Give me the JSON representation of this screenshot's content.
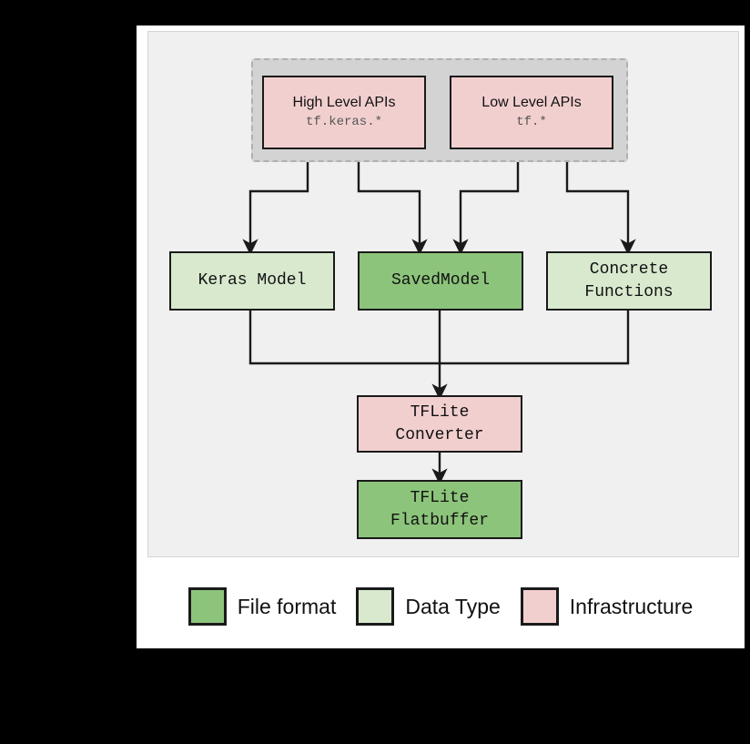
{
  "figure": {
    "background_color": "#000000",
    "card_color": "#ffffff",
    "panel_color": "#f0f0f0"
  },
  "palette": {
    "file_format": "#8cc47b",
    "data_type": "#d8e9ce",
    "infrastructure": "#f2cfcf",
    "group_fill": "#d3d3d3",
    "group_border": "#b0b0b0",
    "edge": "#1a1a1a"
  },
  "api_group": {
    "nodes": [
      {
        "id": "high-level-apis",
        "title": "High Level APIs",
        "subtitle": "tf.keras.*",
        "category": "infrastructure"
      },
      {
        "id": "low-level-apis",
        "title": "Low Level APIs",
        "subtitle": "tf.*",
        "category": "infrastructure"
      }
    ]
  },
  "model_row": {
    "nodes": [
      {
        "id": "keras-model",
        "label": "Keras Model",
        "category": "data_type"
      },
      {
        "id": "saved-model",
        "label": "SavedModel",
        "category": "file_format"
      },
      {
        "id": "concrete-functions",
        "label": "Concrete\nFunctions",
        "category": "data_type"
      }
    ]
  },
  "converter": {
    "id": "tflite-converter",
    "label": "TFLite\nConverter",
    "category": "infrastructure"
  },
  "output": {
    "id": "tflite-flatbuffer",
    "label": "TFLite\nFlatbuffer",
    "category": "file_format"
  },
  "legend": {
    "entries": [
      {
        "label": "File format",
        "color": "#8cc47b"
      },
      {
        "label": "Data Type",
        "color": "#d8e9ce"
      },
      {
        "label": "Infrastructure",
        "color": "#f2cfcf"
      }
    ]
  },
  "edges": [
    {
      "from": "high-level-apis",
      "to": "keras-model"
    },
    {
      "from": "high-level-apis",
      "to": "saved-model"
    },
    {
      "from": "low-level-apis",
      "to": "saved-model"
    },
    {
      "from": "low-level-apis",
      "to": "concrete-functions"
    },
    {
      "from": "keras-model",
      "to": "tflite-converter"
    },
    {
      "from": "saved-model",
      "to": "tflite-converter"
    },
    {
      "from": "concrete-functions",
      "to": "tflite-converter"
    },
    {
      "from": "tflite-converter",
      "to": "tflite-flatbuffer"
    }
  ]
}
